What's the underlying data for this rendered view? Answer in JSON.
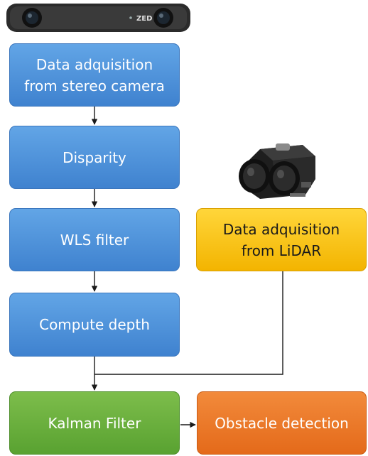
{
  "nodes": {
    "stereo_acq": "Data adquisition\nfrom stereo camera",
    "disparity": "Disparity",
    "wls": "WLS filter",
    "depth": "Compute depth",
    "lidar_acq": "Data adquisition\nfrom LiDAR",
    "kalman": "Kalman Filter",
    "obstacle": "Obstacle detection"
  },
  "camera_logo": "ZED",
  "colors": {
    "blue": "#4a90dd",
    "yellow": "#fbc514",
    "green": "#6bb03e",
    "orange": "#ec7a2c"
  },
  "edges": [
    {
      "from": "stereo_acq",
      "to": "disparity"
    },
    {
      "from": "disparity",
      "to": "wls"
    },
    {
      "from": "wls",
      "to": "depth"
    },
    {
      "from": "depth",
      "to": "kalman"
    },
    {
      "from": "lidar_acq",
      "to": "kalman"
    },
    {
      "from": "kalman",
      "to": "obstacle"
    }
  ]
}
